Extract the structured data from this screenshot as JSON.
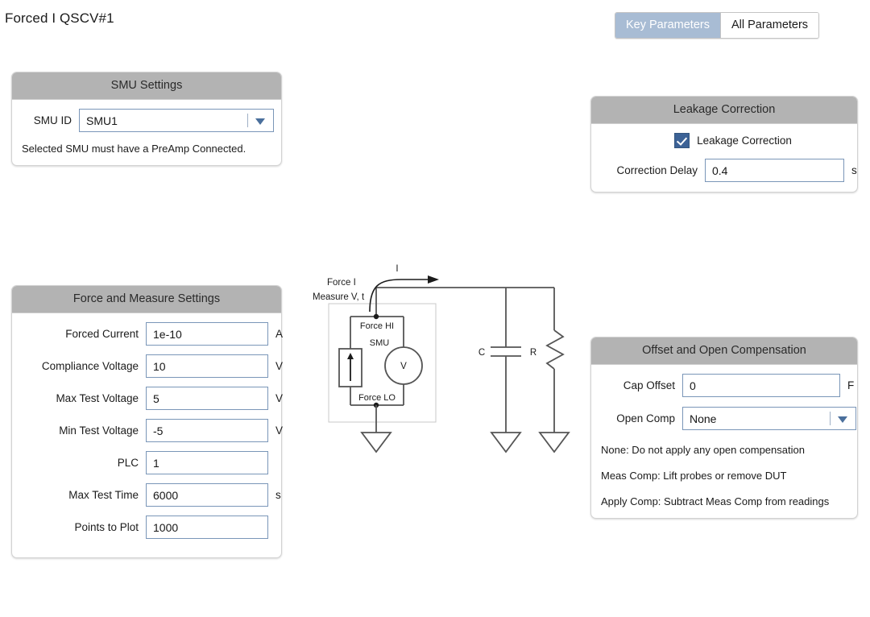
{
  "header": {
    "title": "Forced I QSCV#1",
    "param_toggle": {
      "selected": "Key Parameters",
      "unselected": "All Parameters"
    }
  },
  "smu_settings": {
    "header": "SMU Settings",
    "smu_id_label": "SMU ID",
    "smu_id_value": "SMU1",
    "note": "Selected SMU must have a PreAmp Connected."
  },
  "leakage_correction": {
    "header": "Leakage Correction",
    "checkbox_label": "Leakage Correction",
    "checkbox_checked": true,
    "correction_delay_label": "Correction Delay",
    "correction_delay_value": "0.4",
    "correction_delay_unit": "s"
  },
  "force_measure": {
    "header": "Force and Measure Settings",
    "rows": [
      {
        "label": "Forced Current",
        "value": "1e-10",
        "unit": "A"
      },
      {
        "label": "Compliance Voltage",
        "value": "10",
        "unit": "V"
      },
      {
        "label": "Max Test Voltage",
        "value": "5",
        "unit": "V"
      },
      {
        "label": "Min Test Voltage",
        "value": "-5",
        "unit": "V"
      },
      {
        "label": "PLC",
        "value": "1",
        "unit": ""
      },
      {
        "label": "Max Test Time",
        "value": "6000",
        "unit": "s"
      },
      {
        "label": "Points to Plot",
        "value": "1000",
        "unit": ""
      }
    ]
  },
  "offset_open": {
    "header": "Offset and Open Compensation",
    "cap_offset_label": "Cap Offset",
    "cap_offset_value": "0",
    "cap_offset_unit": "F",
    "open_comp_label": "Open Comp",
    "open_comp_value": "None",
    "help": [
      "None: Do not apply any open compensation",
      "Meas Comp: Lift probes or remove DUT",
      "Apply Comp: Subtract Meas Comp from readings"
    ]
  },
  "circuit": {
    "force_i_label": "Force I",
    "measure_label": "Measure V, t",
    "current_label": "I",
    "force_hi_label": "Force HI",
    "smu_label": "SMU",
    "voltmeter_label": "V",
    "force_lo_label": "Force LO",
    "cap_label": "C",
    "res_label": "R"
  },
  "colors": {
    "panel_header_grey": "#b3b3b3",
    "field_border_blue": "#7a96b8",
    "accent_blue": "#3c6296",
    "toggle_selected_bg": "#a8bcd4"
  }
}
